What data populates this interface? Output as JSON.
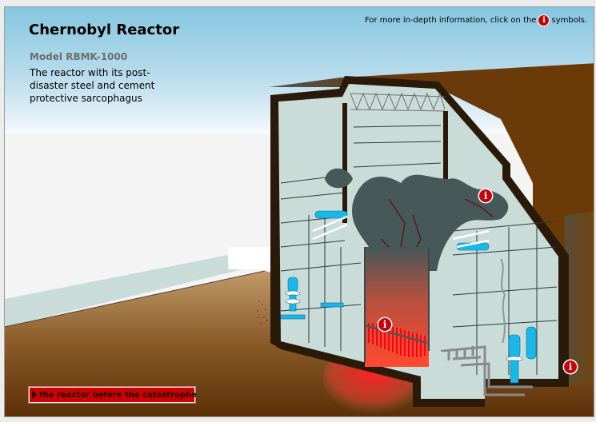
{
  "header": {
    "title": "Chernobyl Reactor",
    "model": "Model RBMK-1000",
    "description": "The reactor with its post-disaster steel and cement protective sarcophagus"
  },
  "hint": {
    "prefix": "For more in-depth information, click on the",
    "icon": "info-icon",
    "icon_glyph": "i",
    "suffix": "symbols."
  },
  "hotspots": [
    {
      "name": "info-hotspot-sarcophagus-top",
      "glyph": "i"
    },
    {
      "name": "info-hotspot-reactor-core",
      "glyph": "i"
    },
    {
      "name": "info-hotspot-foundation",
      "glyph": "i"
    }
  ],
  "nav": {
    "before_button_label": "the reactor before the catastrophe",
    "before_button_icon": "play-arrow-icon"
  },
  "colors": {
    "accent_red": "#cc0000",
    "building_wall": "#2a1a0a",
    "interior": "#c9dcd8",
    "rubble": "#475858",
    "water_blue": "#1ab8e8",
    "earth_brown": "#8b5a2b",
    "core_glow": "#ff3020"
  }
}
